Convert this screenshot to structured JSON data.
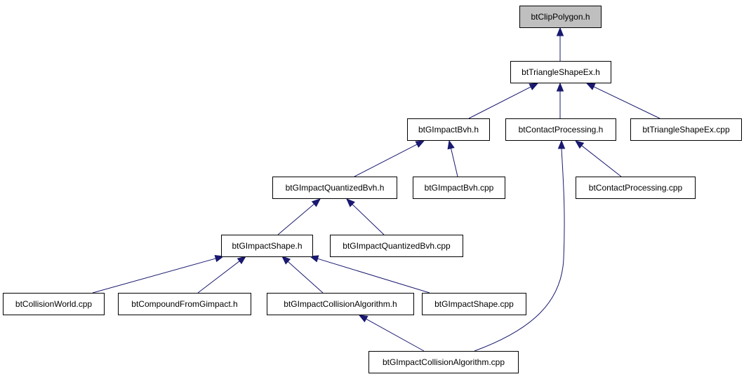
{
  "nodes": [
    {
      "id": "clip_polygon_h",
      "label": "btClipPolygon.h",
      "highlighted": true,
      "interactable": false
    },
    {
      "id": "triangle_shape_ex_h",
      "label": "btTriangleShapeEx.h",
      "interactable": true
    },
    {
      "id": "gimpact_bvh_h",
      "label": "btGImpactBvh.h",
      "interactable": true
    },
    {
      "id": "contact_processing_h",
      "label": "btContactProcessing.h",
      "interactable": true
    },
    {
      "id": "triangle_shape_ex_cpp",
      "label": "btTriangleShapeEx.cpp",
      "interactable": true
    },
    {
      "id": "gimpact_quantized_bvh_h",
      "label": "btGImpactQuantizedBvh.h",
      "interactable": true
    },
    {
      "id": "gimpact_bvh_cpp",
      "label": "btGImpactBvh.cpp",
      "interactable": true
    },
    {
      "id": "contact_processing_cpp",
      "label": "btContactProcessing.cpp",
      "interactable": true
    },
    {
      "id": "gimpact_shape_h",
      "label": "btGImpactShape.h",
      "interactable": true
    },
    {
      "id": "gimpact_quantized_bvh_cpp",
      "label": "btGImpactQuantizedBvh.cpp",
      "interactable": true
    },
    {
      "id": "collision_world_cpp",
      "label": "btCollisionWorld.cpp",
      "interactable": true
    },
    {
      "id": "compound_from_gimpact_h",
      "label": "btCompoundFromGimpact.h",
      "interactable": true
    },
    {
      "id": "gimpact_collision_algorithm_h",
      "label": "btGImpactCollisionAlgorithm.h",
      "interactable": true
    },
    {
      "id": "gimpact_shape_cpp",
      "label": "btGImpactShape.cpp",
      "interactable": true
    },
    {
      "id": "gimpact_collision_algorithm_cpp",
      "label": "btGImpactCollisionAlgorithm.cpp",
      "interactable": true
    }
  ],
  "edges": [
    {
      "from": "triangle_shape_ex_h",
      "to": "clip_polygon_h"
    },
    {
      "from": "gimpact_bvh_h",
      "to": "triangle_shape_ex_h"
    },
    {
      "from": "contact_processing_h",
      "to": "triangle_shape_ex_h"
    },
    {
      "from": "triangle_shape_ex_cpp",
      "to": "triangle_shape_ex_h"
    },
    {
      "from": "gimpact_quantized_bvh_h",
      "to": "gimpact_bvh_h"
    },
    {
      "from": "gimpact_bvh_cpp",
      "to": "gimpact_bvh_h"
    },
    {
      "from": "gimpact_collision_algorithm_cpp",
      "to": "contact_processing_h"
    },
    {
      "from": "contact_processing_cpp",
      "to": "contact_processing_h"
    },
    {
      "from": "gimpact_shape_h",
      "to": "gimpact_quantized_bvh_h"
    },
    {
      "from": "gimpact_quantized_bvh_cpp",
      "to": "gimpact_quantized_bvh_h"
    },
    {
      "from": "collision_world_cpp",
      "to": "gimpact_shape_h"
    },
    {
      "from": "compound_from_gimpact_h",
      "to": "gimpact_shape_h"
    },
    {
      "from": "gimpact_collision_algorithm_h",
      "to": "gimpact_shape_h"
    },
    {
      "from": "gimpact_shape_cpp",
      "to": "gimpact_shape_h"
    },
    {
      "from": "gimpact_collision_algorithm_cpp",
      "to": "gimpact_collision_algorithm_h"
    }
  ],
  "colors": {
    "edge": "#191970",
    "root_fill": "#bfbfbf",
    "node_fill": "#ffffff",
    "node_border": "#000000"
  }
}
